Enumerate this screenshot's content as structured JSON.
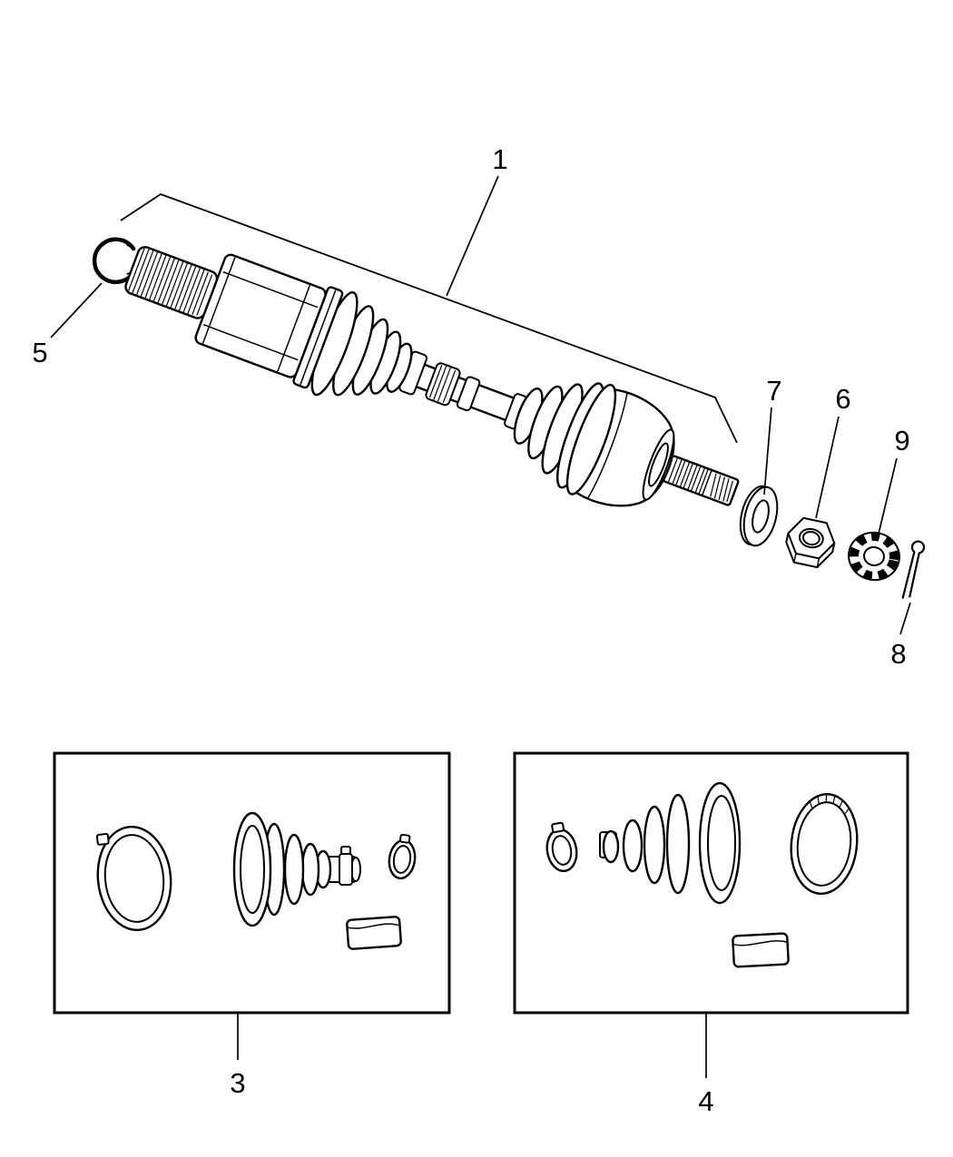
{
  "diagram": {
    "callouts": {
      "c1": "1",
      "c3": "3",
      "c4": "4",
      "c5": "5",
      "c6": "6",
      "c7": "7",
      "c8": "8",
      "c9": "9"
    },
    "parts": {
      "callout_1": "axle-half-shaft-assembly",
      "callout_3": "inner-joint-boot-kit",
      "callout_4": "outer-joint-boot-kit",
      "callout_5": "snap-ring",
      "callout_6": "hub-nut",
      "callout_7": "washer",
      "callout_8": "cotter-pin",
      "callout_9": "nut-lock"
    },
    "colors": {
      "line": "#000000",
      "background": "#ffffff"
    }
  }
}
